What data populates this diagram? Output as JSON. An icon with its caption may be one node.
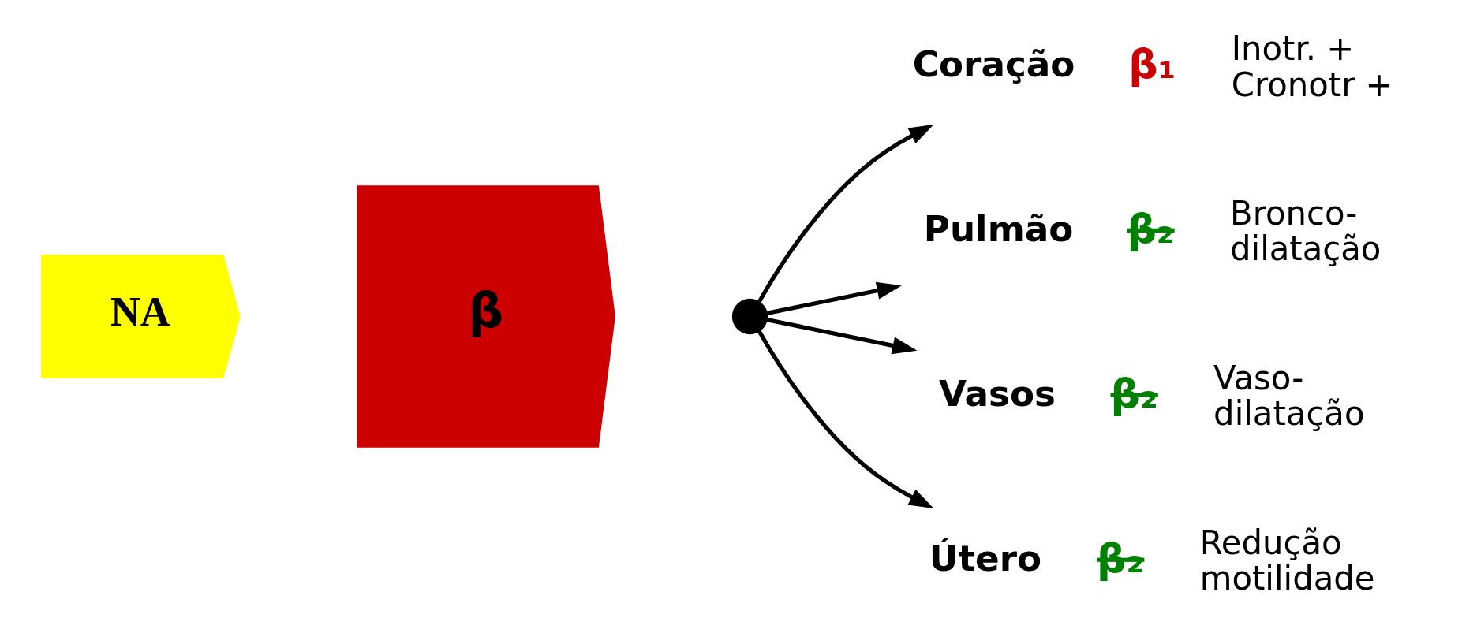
{
  "diagram": {
    "nodes": [
      {
        "text": [
          "NA"
        ]
      },
      {
        "text": [
          "β"
        ]
      },
      {
        "text": [],
        "shape": "circle"
      },
      {
        "text": [
          "Coração"
        ],
        "beside": [
          "β₁",
          "Inotr. + Cronotr +"
        ]
      },
      {
        "text": [
          "Pulmão"
        ],
        "beside": [
          "β₂",
          "Bronco- dilatação"
        ]
      },
      {
        "text": [
          "Vasos"
        ],
        "beside": [
          "β₂",
          "Vaso- dilatação"
        ]
      },
      {
        "text": [
          "Útero"
        ],
        "beside": [
          "β₂",
          "Redução motilidade"
        ]
      }
    ],
    "edges": [
      {
        "from": 2,
        "to": 3,
        "arrow": "to"
      },
      {
        "from": 2,
        "to": 4,
        "arrow": "to"
      },
      {
        "from": 2,
        "to": 5,
        "arrow": "to"
      },
      {
        "from": 2,
        "to": 6,
        "arrow": "to"
      }
    ]
  }
}
